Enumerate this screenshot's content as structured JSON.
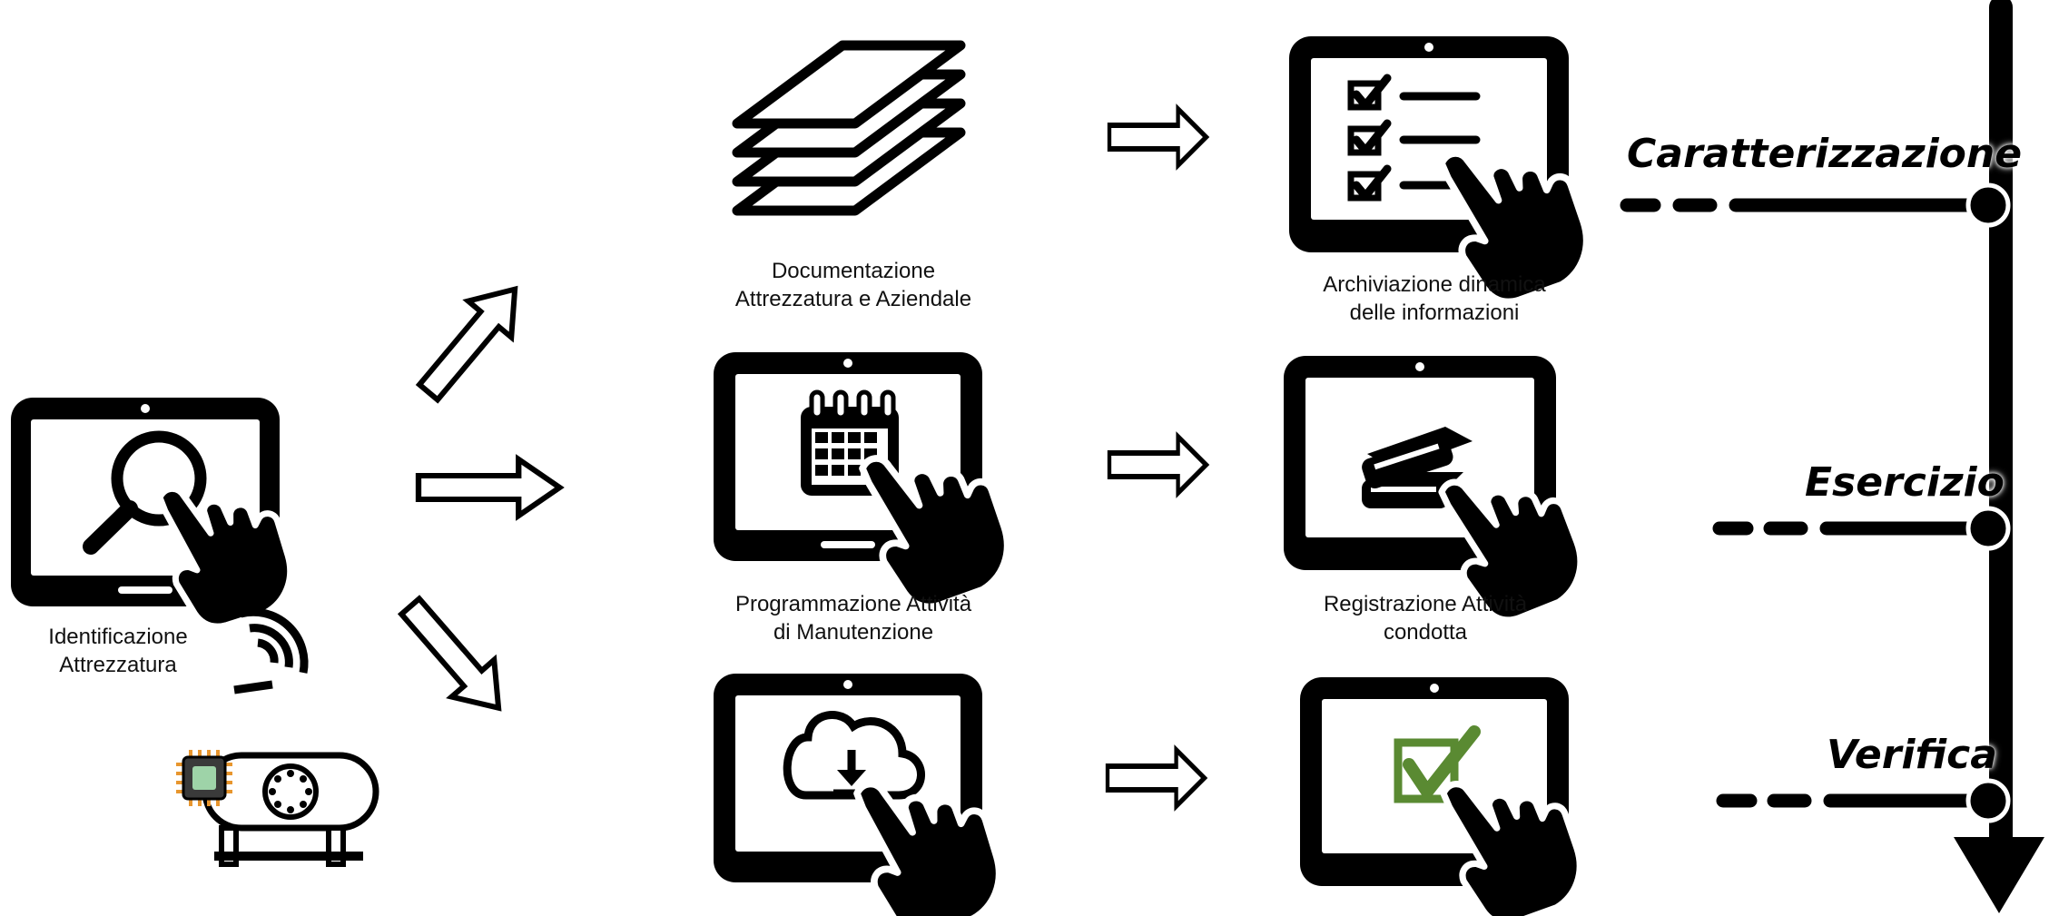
{
  "start": {
    "caption_lines": [
      "Identificazione",
      "Attrezzatura"
    ]
  },
  "steps": {
    "documentazione": {
      "caption_lines": [
        "Documentazione",
        "Attrezzatura e Aziendale"
      ]
    },
    "programmazione": {
      "caption_lines": [
        "Programmazione Attività",
        "di Manutenzione"
      ]
    },
    "archiviazione": {
      "caption_lines": [
        "Archiviazione dinamica",
        "delle informazioni"
      ]
    },
    "registrazione": {
      "caption_lines": [
        "Registrazione Attività",
        "condotta"
      ]
    }
  },
  "phases": {
    "caratterizzazione": "Caratterizzazione",
    "esercizio": "Esercizio",
    "verifica": "Verifica"
  },
  "icons": [
    "tablet-search-icon",
    "wireless-signal-icon",
    "tank-with-chip-icon",
    "stacked-documents-icon",
    "tablet-calendar-icon",
    "tablet-cloud-download-icon",
    "tablet-checklist-icon",
    "tablet-books-icon",
    "tablet-green-check-icon",
    "timeline-arrow"
  ],
  "colors": {
    "ink": "#000000",
    "check_green": "#5a8a32",
    "chip_orange": "#e8962e",
    "chip_green": "#9ed3a8"
  }
}
